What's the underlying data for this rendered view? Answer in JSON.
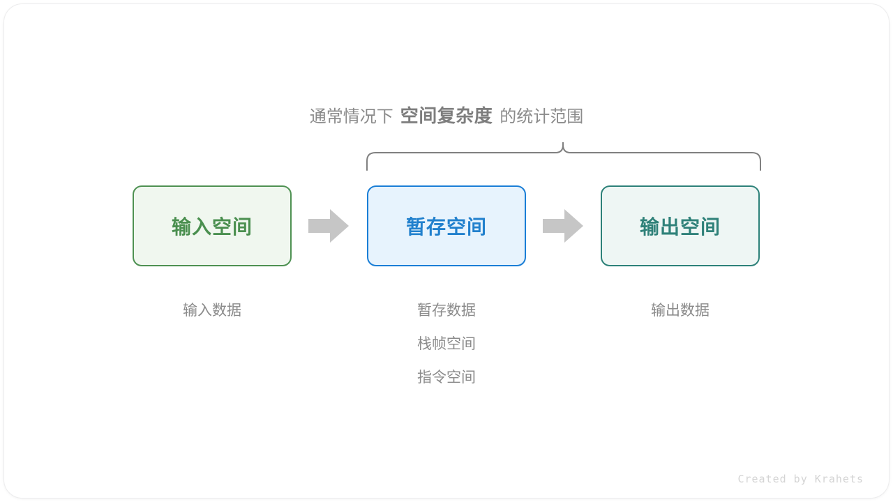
{
  "diagram": {
    "title_parts": {
      "prefix": "通常情况下",
      "emphasis": "空间复杂度",
      "suffix": "的统计范围"
    },
    "brace": {
      "icon": "curly-brace-down-icon",
      "spans_labels": [
        "暂存空间",
        "输出空间"
      ],
      "color": "#808080"
    },
    "boxes": [
      {
        "id": "input-space",
        "label": "输入空间",
        "border_color": "#4e9152",
        "fill_color": "#f0f7ef",
        "text_color": "#4a8f4f",
        "captions": [
          "输入数据"
        ]
      },
      {
        "id": "temp-space",
        "label": "暂存空间",
        "border_color": "#1a7ed6",
        "fill_color": "#e7f3fd",
        "text_color": "#2180cd",
        "captions": [
          "暂存数据",
          "栈帧空间",
          "指令空间"
        ]
      },
      {
        "id": "output-space",
        "label": "输出空间",
        "border_color": "#2d8179",
        "fill_color": "#eef6f4",
        "text_color": "#2f8179",
        "captions": [
          "输出数据"
        ]
      }
    ],
    "arrows": [
      {
        "id": "arrow-input-to-temp",
        "icon": "arrow-right-icon",
        "color": "#c6c6c6"
      },
      {
        "id": "arrow-temp-to-output",
        "icon": "arrow-right-icon",
        "color": "#c6c6c6"
      }
    ],
    "watermark": "Created by Krahets"
  }
}
